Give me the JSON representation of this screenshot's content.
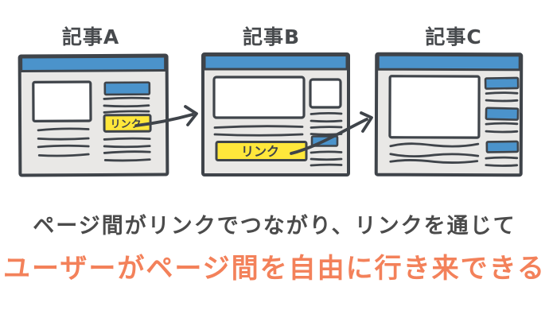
{
  "diagram": {
    "cards": [
      {
        "id": "article-a",
        "title": "記事A",
        "link_label": "リンク"
      },
      {
        "id": "article-b",
        "title": "記事B",
        "link_label": "リンク"
      },
      {
        "id": "article-c",
        "title": "記事C"
      }
    ],
    "arrows": [
      {
        "from": "article-a",
        "to": "article-b"
      },
      {
        "from": "article-b",
        "to": "article-c"
      }
    ]
  },
  "caption": {
    "line1": "ページ間がリンクでつながり、リンクを通じて",
    "line2": "ユーザーがページ間を自由に行き来できる"
  },
  "colors": {
    "accent_blue": "#4b93cb",
    "highlight_yellow": "#ffe73b",
    "caption_orange": "#f3815a",
    "outline_dark": "#3f444a",
    "panel_gray": "#e9e8e6",
    "text_dark": "#4b4b4b"
  }
}
